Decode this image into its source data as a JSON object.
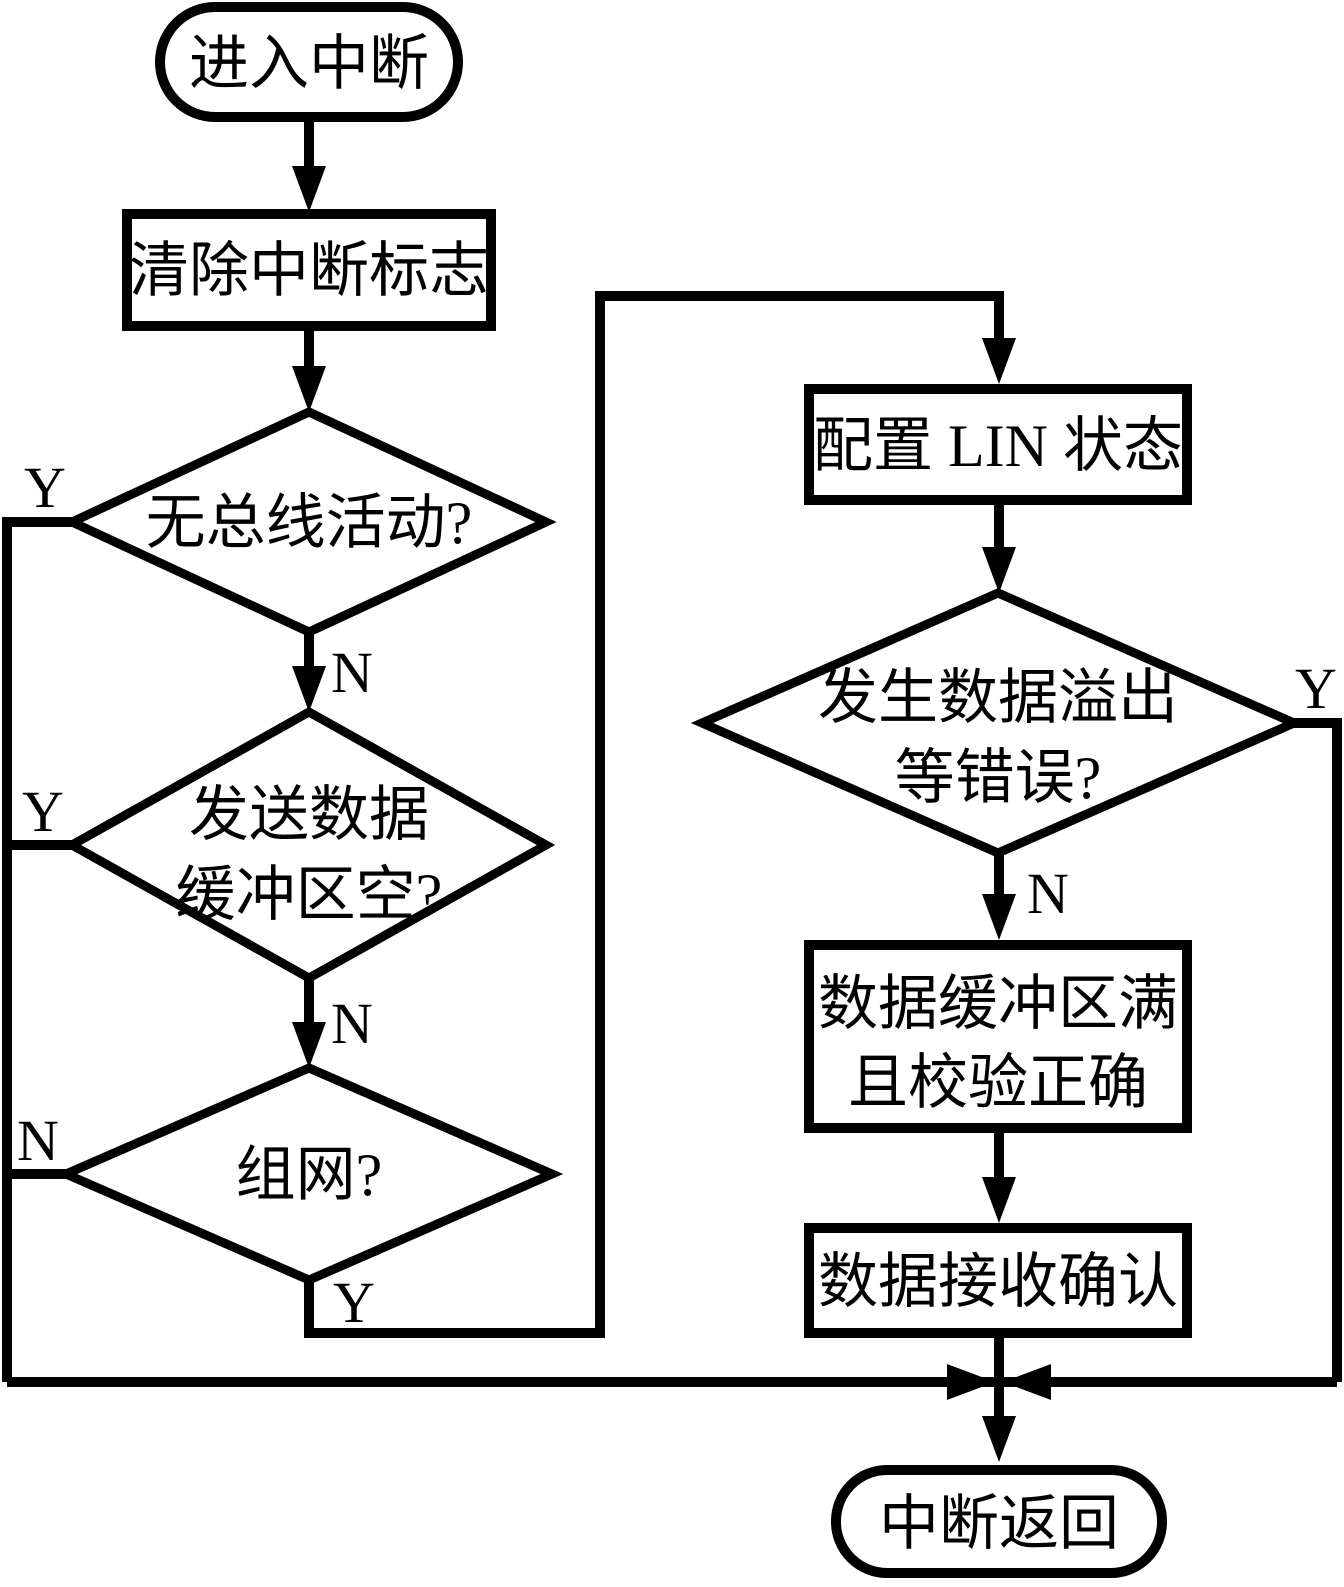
{
  "figure": {
    "type": "flowchart",
    "background": "#ffffff",
    "line_color": "#000000"
  },
  "nodes": {
    "start": {
      "label": "进入中断"
    },
    "clear_flag": {
      "label": "清除中断标志"
    },
    "no_bus_activity": {
      "label": "无总线活动?"
    },
    "tx_buffer_empty": {
      "line1": "发送数据",
      "line2": "缓冲区空?"
    },
    "networking": {
      "label": "组网?"
    },
    "config_lin": {
      "label": "配置 LIN 状态"
    },
    "data_overflow_error": {
      "line1": "发生数据溢出",
      "line2": "等错误?"
    },
    "buffer_full_checksum": {
      "line1": "数据缓冲区满",
      "line2": "且校验正确"
    },
    "rx_ack": {
      "label": "数据接收确认"
    },
    "end": {
      "label": "中断返回"
    }
  },
  "edge_labels": {
    "no_bus_yes": "Y",
    "no_bus_no": "N",
    "tx_empty_yes": "Y",
    "tx_empty_no": "N",
    "networking_no": "N",
    "networking_yes": "Y",
    "overflow_yes": "Y",
    "overflow_no": "N"
  }
}
